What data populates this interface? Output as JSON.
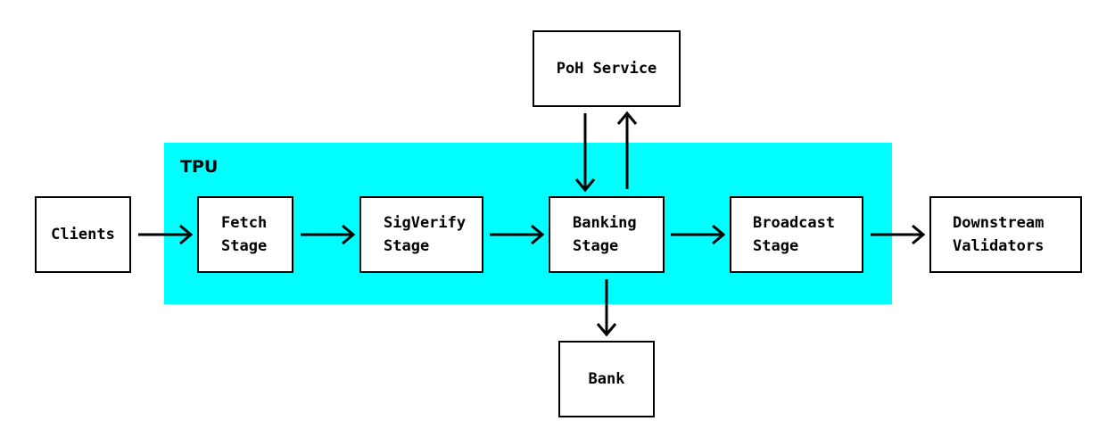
{
  "diagram": {
    "region_label": "TPU",
    "nodes": {
      "clients": "Clients",
      "fetch": "Fetch\nStage",
      "sigverify": "SigVerify\nStage",
      "banking": "Banking\nStage",
      "broadcast": "Broadcast\nStage",
      "downstream": "Downstream\nValidators",
      "poh": "PoH Service",
      "bank": "Bank"
    },
    "edges": [
      {
        "from": "Clients",
        "to": "Fetch Stage"
      },
      {
        "from": "Fetch Stage",
        "to": "SigVerify Stage"
      },
      {
        "from": "SigVerify Stage",
        "to": "Banking Stage"
      },
      {
        "from": "Banking Stage",
        "to": "Broadcast Stage"
      },
      {
        "from": "Broadcast Stage",
        "to": "Downstream Validators"
      },
      {
        "from": "PoH Service",
        "to": "Banking Stage"
      },
      {
        "from": "Banking Stage",
        "to": "PoH Service"
      },
      {
        "from": "Banking Stage",
        "to": "Bank"
      }
    ],
    "colors": {
      "region": "#00ffff",
      "stroke": "#000000",
      "node_fill": "#ffffff"
    }
  }
}
